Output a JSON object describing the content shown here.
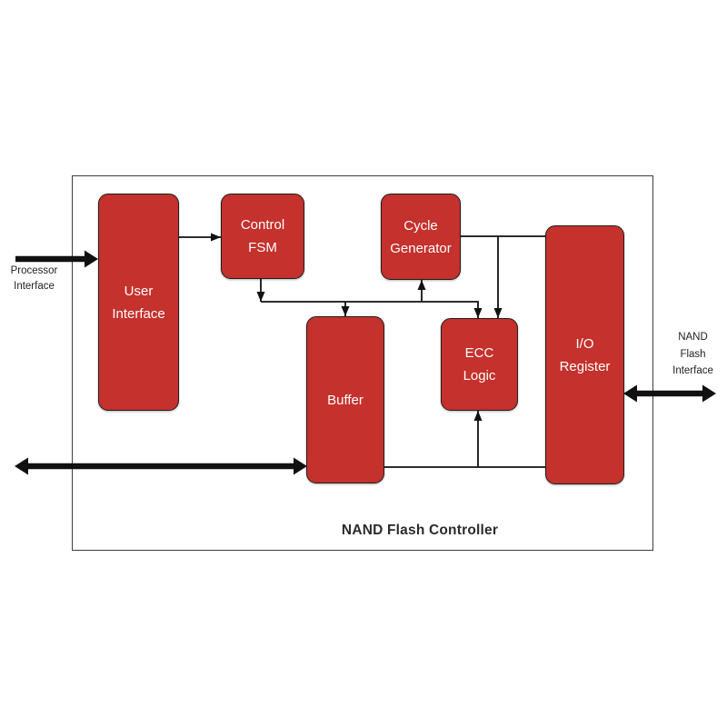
{
  "title": "NAND Flash Controller",
  "blocks": {
    "user_interface": {
      "line1": "User",
      "line2": "Interface"
    },
    "control_fsm": {
      "line1": "Control",
      "line2": "FSM"
    },
    "cycle_generator": {
      "line1": "Cycle",
      "line2": "Generator"
    },
    "buffer": {
      "line1": "Buffer"
    },
    "ecc_logic": {
      "line1": "ECC",
      "line2": "Logic"
    },
    "io_register": {
      "line1": "I/O",
      "line2": "Register"
    }
  },
  "external_labels": {
    "processor_interface": {
      "line1": "Processor",
      "line2": "Interface"
    },
    "nand_flash_interface": {
      "line1": "NAND",
      "line2": "Flash",
      "line3": "Interface"
    }
  },
  "colors": {
    "block_fill": "#c5312c",
    "block_border": "#1f1f1f",
    "wire": "#111111",
    "block_text": "#ffffff",
    "label_text": "#222222",
    "boundary_border": "#3c3c3c",
    "background": "#ffffff"
  }
}
